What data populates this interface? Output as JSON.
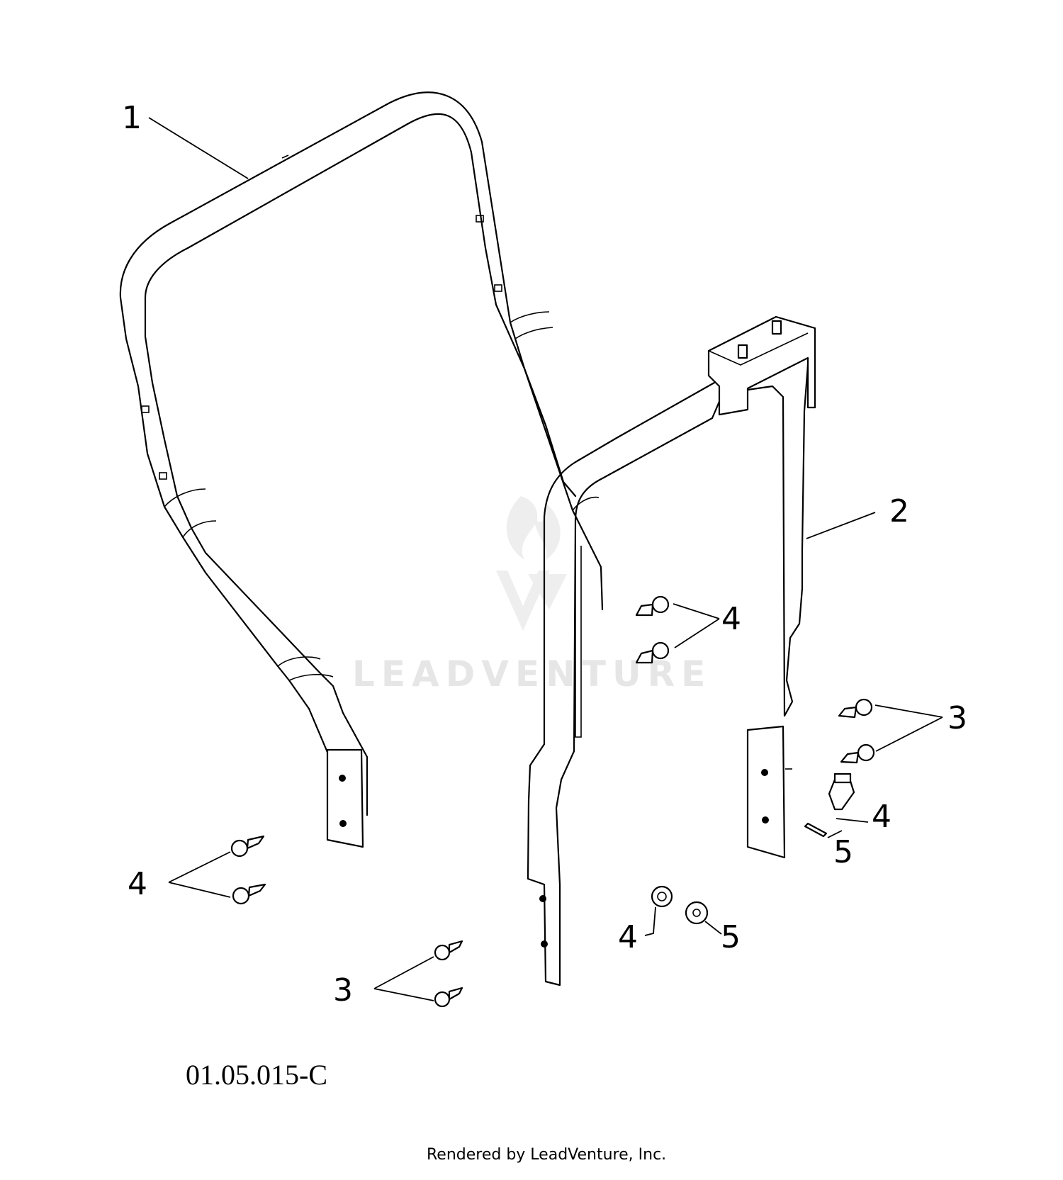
{
  "diagram": {
    "callouts": [
      "1",
      "2",
      "3",
      "4",
      "5"
    ],
    "drawing_code": "01.05.015-C",
    "watermark": "LEADVENTURE",
    "credit": "Rendered by LeadVenture, Inc."
  }
}
